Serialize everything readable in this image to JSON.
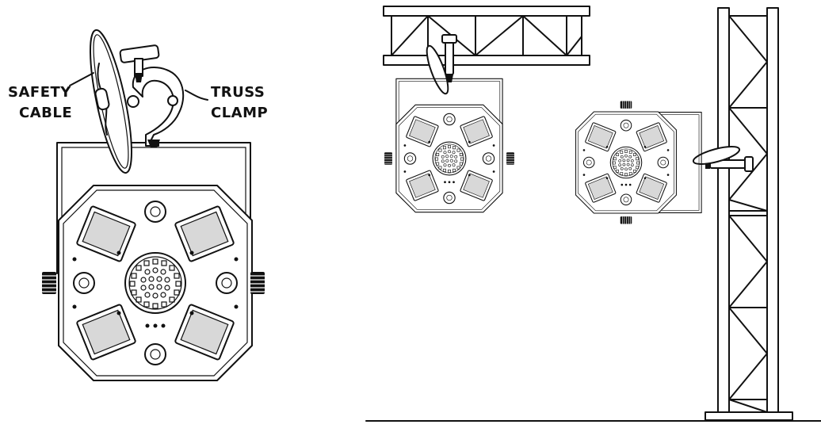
{
  "labels": {
    "safety_cable_line1": "SAFETY",
    "safety_cable_line2": "CABLE",
    "truss_clamp_line1": "TRUSS",
    "truss_clamp_line2": "CLAMP"
  },
  "colors": {
    "line": "#111111",
    "background": "#ffffff",
    "lens_fill": "#d8d8d8"
  },
  "icons": {
    "fixture": "octagonal-effect-light-fixture",
    "clamp": "truss-clamp",
    "cable": "safety-cable-loop",
    "truss": "lattice-truss"
  }
}
